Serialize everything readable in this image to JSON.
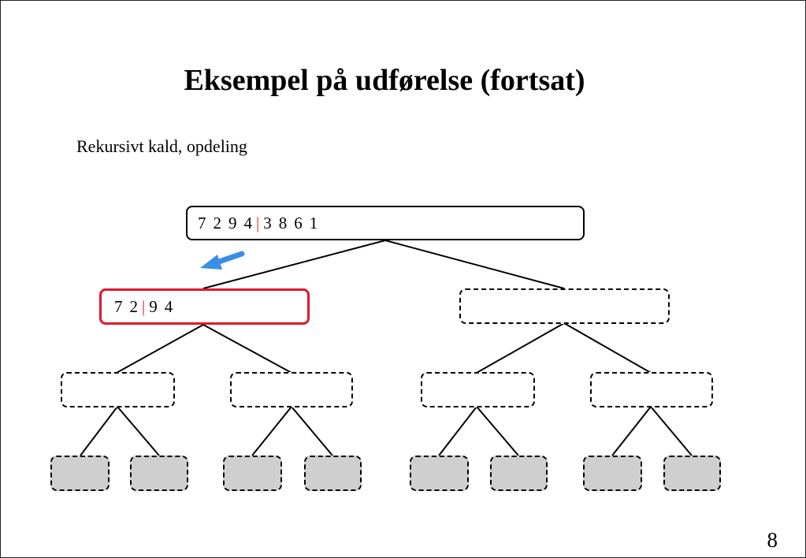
{
  "title": "Eksempel på udførelse (fortsat)",
  "subtitle": "Rekursivt kald, opdeling",
  "page_number": "8",
  "colors": {
    "separator": "#e0182e",
    "active_border": "#e0182e",
    "arrow": "#3a8ee6",
    "leaf_fill": "#cfcfcf"
  },
  "tree": {
    "root": {
      "left": [
        "7",
        "2",
        "9",
        "4"
      ],
      "right": [
        "3",
        "8",
        "6",
        "1"
      ],
      "separator": "|"
    },
    "level1_left": {
      "left": [
        "7",
        "2"
      ],
      "right": [
        "9",
        "4"
      ],
      "separator": "|"
    }
  }
}
